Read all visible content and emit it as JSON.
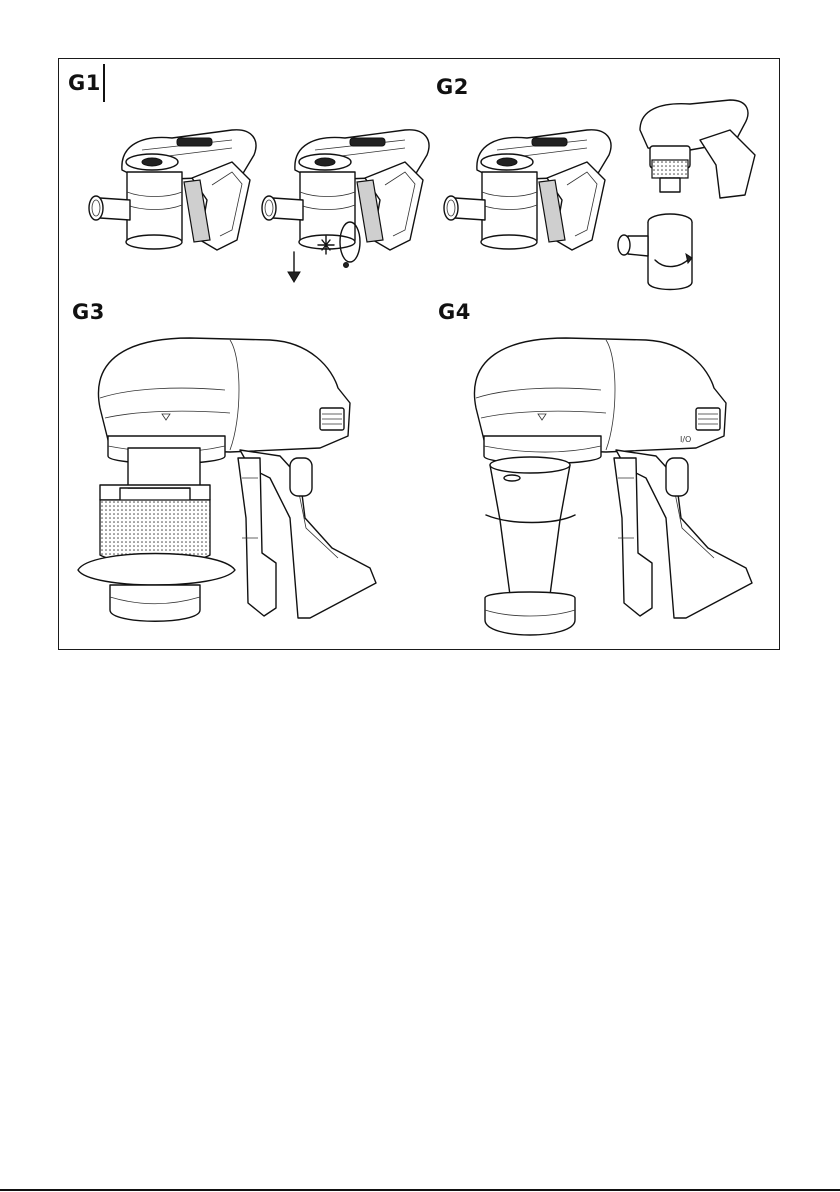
{
  "panels": {
    "g1": {
      "label": "G1"
    },
    "g2": {
      "label": "G2"
    },
    "g3": {
      "label": "G3"
    },
    "g4": {
      "label": "G4"
    }
  },
  "markings": {
    "power_switch": "I/O"
  }
}
